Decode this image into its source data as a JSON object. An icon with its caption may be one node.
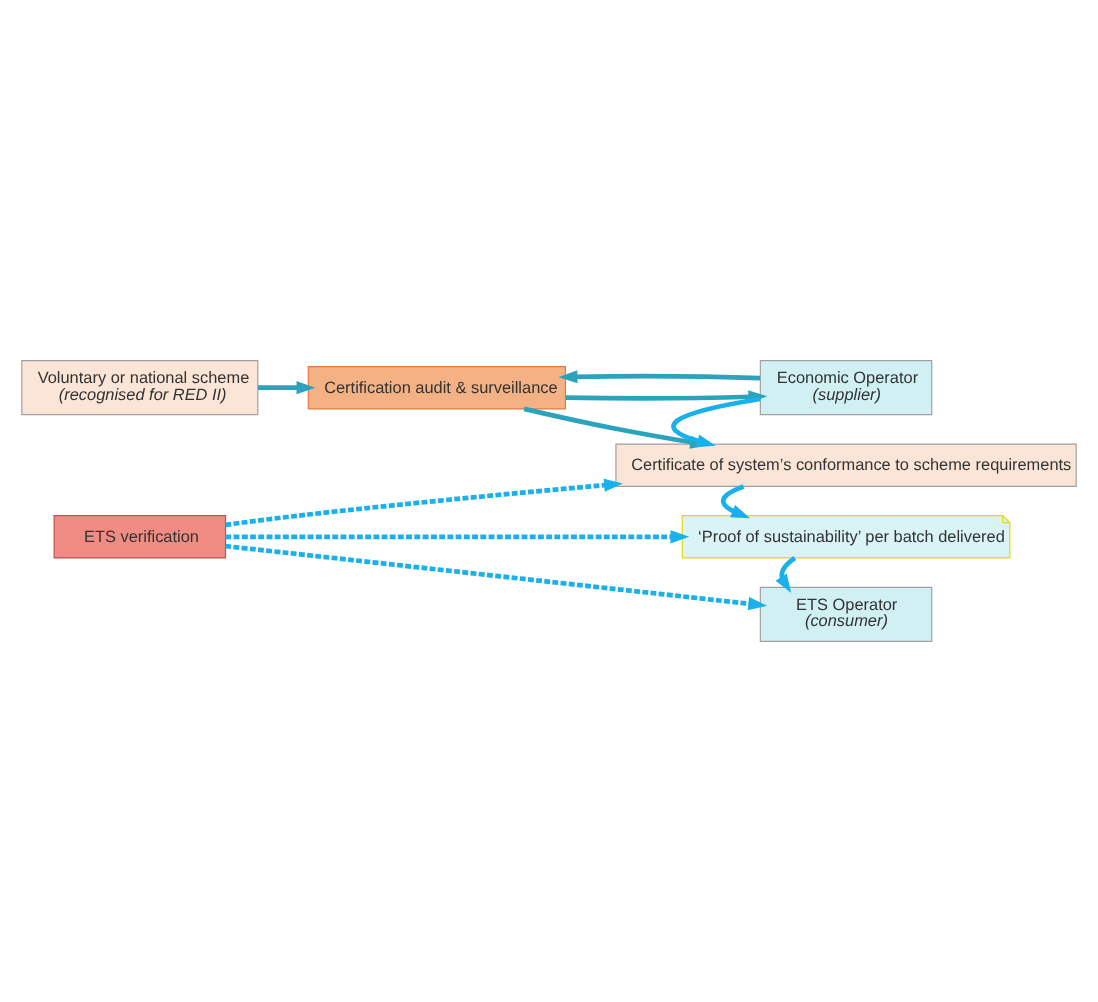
{
  "diagram": {
    "nodes": [
      {
        "text": [
          "Voluntary or national scheme",
          "(recognised for RED II)"
        ]
      },
      {
        "text": [
          "Certification audit & surveillance"
        ]
      },
      {
        "text": [
          "Economic Operator",
          "(supplier)"
        ]
      },
      {
        "text": [
          "Certificate of system’s conformance to scheme requirements"
        ]
      },
      {
        "text": [
          "‘Proof of sustainability’ per batch delivered"
        ]
      },
      {
        "text": [
          "ETS verification"
        ]
      },
      {
        "text": [
          "ETS Operator",
          "(consumer)"
        ]
      }
    ],
    "edges": [
      {
        "from": 0,
        "to": 1,
        "arrow": "to",
        "color": "#2ba3bd"
      },
      {
        "from": 1,
        "to": 2,
        "arrow": "to",
        "color": "#2ba3bd"
      },
      {
        "from": 2,
        "to": 1,
        "arrow": "to",
        "color": "#2ba3bd"
      },
      {
        "from": 1,
        "to": 3,
        "arrow": "to",
        "color": "#2ba3bd"
      },
      {
        "from": 2,
        "to": 3,
        "arrow": "to"
      },
      {
        "from": 3,
        "to": 4,
        "arrow": "to"
      },
      {
        "from": 4,
        "to": 6,
        "arrow": "to"
      },
      {
        "from": 5,
        "to": 3,
        "arrow": "to",
        "style": "dashed"
      },
      {
        "from": 5,
        "to": 4,
        "arrow": "to",
        "style": "dashed"
      },
      {
        "from": 5,
        "to": 6,
        "arrow": "to",
        "style": "dashed"
      }
    ]
  }
}
